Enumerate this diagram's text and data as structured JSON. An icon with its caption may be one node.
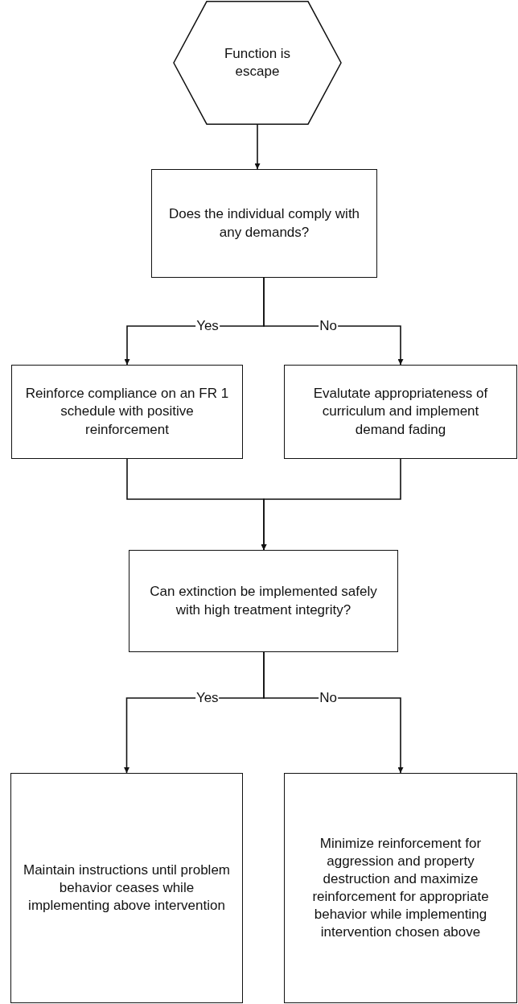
{
  "diagram": {
    "nodes": [
      {
        "text": [
          "Function is escape"
        ]
      },
      {
        "text": [
          "Does the individual comply with any demands?"
        ]
      },
      {
        "text": [
          "Reinforce compliance on an FR 1 schedule with positive reinforcement"
        ]
      },
      {
        "text": [
          "Evalutate appropriateness of curriculum and implement demand fading"
        ]
      },
      {
        "text": [
          "Can extinction be implemented safely with high treatment integrity?"
        ]
      },
      {
        "text": [
          "Maintain instructions until problem behavior ceases while implementing above intervention"
        ]
      },
      {
        "text": [
          "Minimize reinforcement for aggression and property destruction and maximize reinforcement for appropriate behavior while implementing intervention chosen above"
        ]
      }
    ],
    "edges": [
      {
        "from": 0,
        "to": 1,
        "arrow": "to"
      },
      {
        "from": 1,
        "to": 2,
        "arrow": "to",
        "label": "Yes"
      },
      {
        "from": 1,
        "to": 3,
        "arrow": "to",
        "label": "No"
      },
      {
        "from": 2,
        "to": 4,
        "arrow": "to"
      },
      {
        "from": 3,
        "to": 4,
        "arrow": "to"
      },
      {
        "from": 4,
        "to": 5,
        "arrow": "to",
        "label": "Yes"
      },
      {
        "from": 4,
        "to": 6,
        "arrow": "to",
        "label": "No"
      }
    ]
  }
}
